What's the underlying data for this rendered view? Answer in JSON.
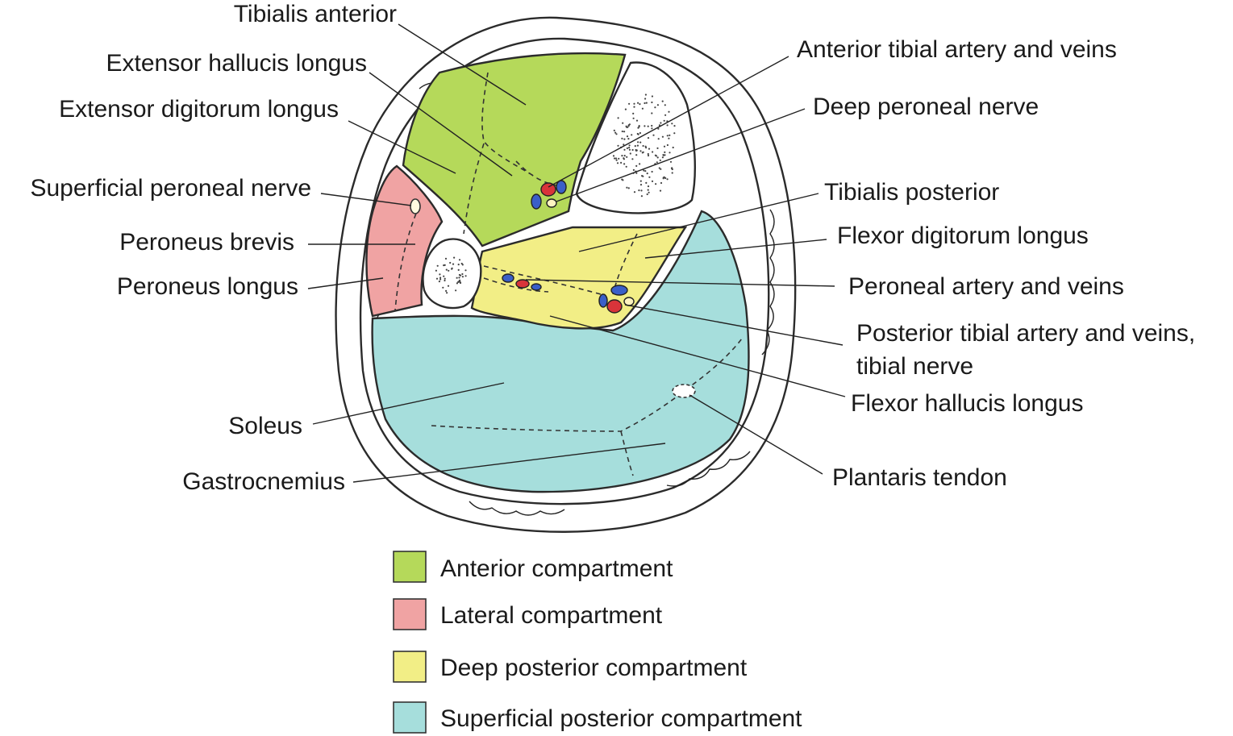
{
  "labels": {
    "tibialis_anterior": "Tibialis anterior",
    "extensor_hallucis_longus": "Extensor hallucis longus",
    "extensor_digitorum_longus": "Extensor digitorum longus",
    "superficial_peroneal_nerve": "Superficial peroneal nerve",
    "peroneus_brevis": "Peroneus brevis",
    "peroneus_longus": "Peroneus longus",
    "soleus": "Soleus",
    "gastrocnemius": "Gastrocnemius",
    "anterior_tibial_artery": "Anterior tibial artery and veins",
    "deep_peroneal_nerve": "Deep peroneal nerve",
    "tibialis_posterior": "Tibialis posterior",
    "flexor_digitorum_longus": "Flexor digitorum longus",
    "peroneal_artery": "Peroneal artery and veins",
    "posterior_tibial_line1": "Posterior tibial artery and veins,",
    "posterior_tibial_line2": "tibial nerve",
    "flexor_hallucis_longus": "Flexor hallucis longus",
    "plantaris_tendon": "Plantaris tendon"
  },
  "legend": [
    {
      "label": "Anterior compartment",
      "color": "#b5d95a"
    },
    {
      "label": "Lateral compartment",
      "color": "#f0a3a3"
    },
    {
      "label": "Deep posterior compartment",
      "color": "#f2ee86"
    },
    {
      "label": "Superficial posterior compartment",
      "color": "#a6dedc"
    }
  ],
  "colors": {
    "anterior": "#b5d95a",
    "lateral": "#f0a3a3",
    "deep_posterior": "#f2ee86",
    "superficial_posterior": "#a6dedc",
    "artery": "#d8343a",
    "vein": "#3a5fc8",
    "skin": "#f4f4f2",
    "bone": "#ffffff"
  }
}
